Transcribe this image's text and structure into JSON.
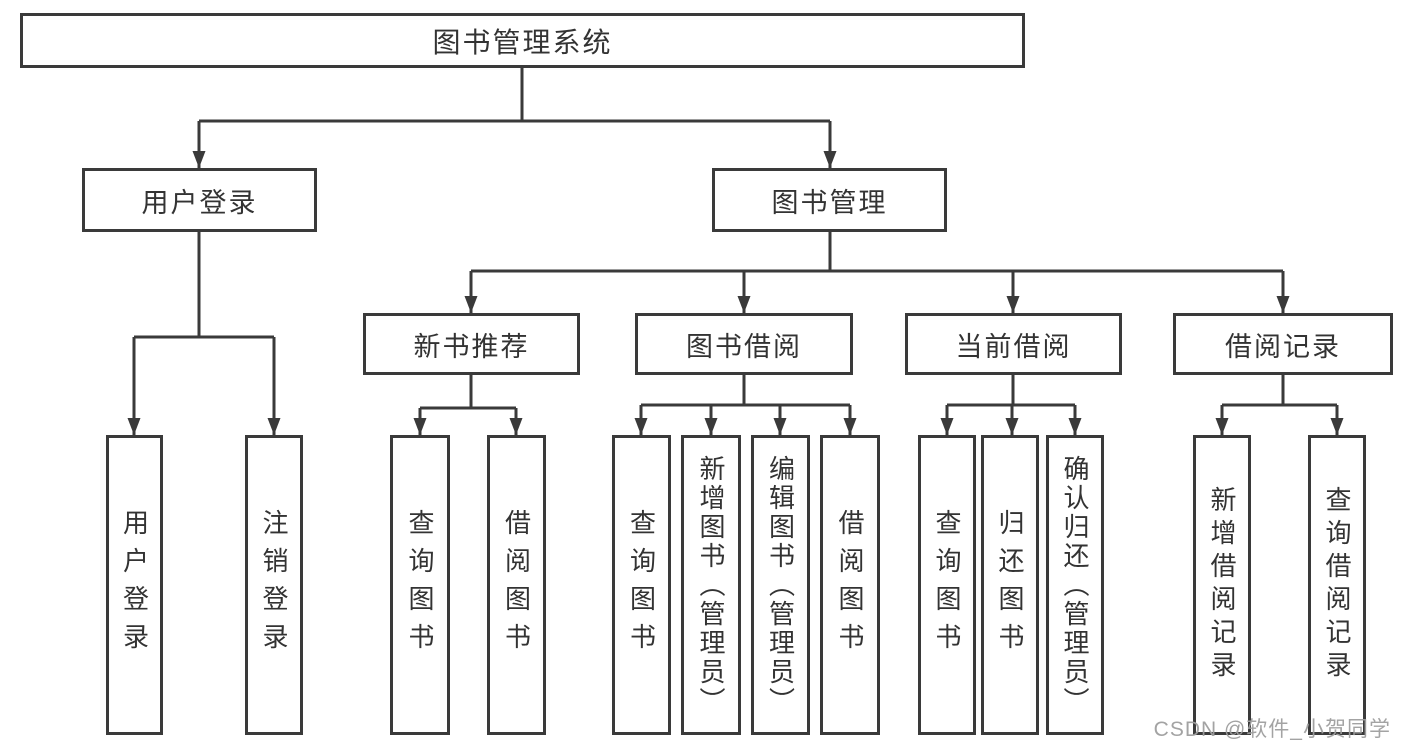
{
  "diagram": {
    "root": {
      "label": "图书管理系统"
    },
    "level2": [
      {
        "label": "用户登录"
      },
      {
        "label": "图书管理"
      }
    ],
    "level3": [
      {
        "label": "新书推荐"
      },
      {
        "label": "图书借阅"
      },
      {
        "label": "当前借阅"
      },
      {
        "label": "借阅记录"
      }
    ],
    "leaves": [
      {
        "label": "用户登录"
      },
      {
        "label": "注销登录"
      },
      {
        "label": "查询图书"
      },
      {
        "label": "借阅图书"
      },
      {
        "label": "查询图书"
      },
      {
        "label": "新增图书（管理员）"
      },
      {
        "label": "编辑图书（管理员）"
      },
      {
        "label": "借阅图书"
      },
      {
        "label": "查询图书"
      },
      {
        "label": "归还图书"
      },
      {
        "label": "确认归还（管理员）"
      },
      {
        "label": "新增借阅记录"
      },
      {
        "label": "查询借阅记录"
      }
    ]
  },
  "watermark": {
    "text": "CSDN @软件_小贺同学"
  },
  "colors": {
    "line": "#3a3a3a",
    "box_border": "#3a3a3a",
    "text": "#333333",
    "background": "#ffffff",
    "watermark": "#9e9e9e"
  }
}
